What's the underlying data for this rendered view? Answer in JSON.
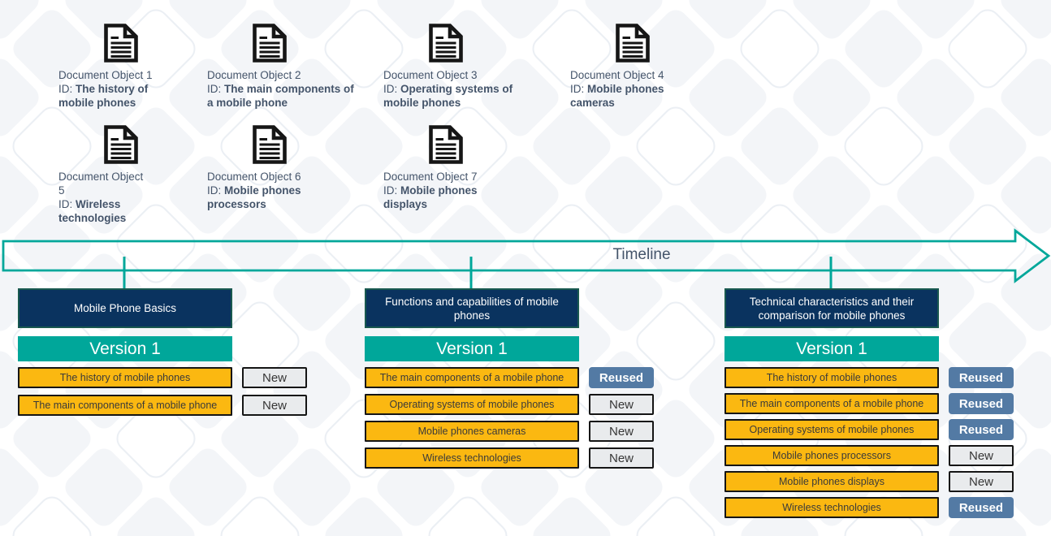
{
  "palette": {
    "teal": "#00A79A",
    "navy": "#0A335F",
    "navy_border": "#19594F",
    "amber": "#FBB811",
    "badge_new_bg": "#E9EBED",
    "badge_reused_bg": "#537AA4",
    "outline_black": "#151515",
    "text_dark": "#44546A",
    "pattern_fill": "#F3F5F8"
  },
  "documents": [
    {
      "name": "Document Object 1",
      "id_label": "ID:",
      "id_value": "The history of mobile phones"
    },
    {
      "name": "Document Object 2",
      "id_label": "ID:",
      "id_value": "The main components of a mobile phone"
    },
    {
      "name": "Document Object 3",
      "id_label": "ID:",
      "id_value": "Operating systems of mobile phones"
    },
    {
      "name": "Document Object 4",
      "id_label": "ID:",
      "id_value": "Mobile phones cameras"
    },
    {
      "name": "Document Object 5",
      "id_label": "ID:",
      "id_value": "Wireless technologies"
    },
    {
      "name": "Document Object 6",
      "id_label": "ID:",
      "id_value": "Mobile phones processors"
    },
    {
      "name": "Document Object 7",
      "id_label": "ID:",
      "id_value": "Mobile phones displays"
    }
  ],
  "timeline": {
    "label": "Timeline"
  },
  "publications": [
    {
      "title": "Mobile Phone Basics",
      "version": "Version 1",
      "items": [
        {
          "name": "The history of mobile phones",
          "status": "New"
        },
        {
          "name": "The main components of a mobile phone",
          "status": "New"
        }
      ]
    },
    {
      "title": "Functions and capabilities of mobile phones",
      "version": "Version 1",
      "items": [
        {
          "name": "The main components of a mobile phone",
          "status": "Reused"
        },
        {
          "name": "Operating systems of mobile phones",
          "status": "New"
        },
        {
          "name": "Mobile phones cameras",
          "status": "New"
        },
        {
          "name": "Wireless technologies",
          "status": "New"
        }
      ]
    },
    {
      "title": "Technical characteristics and their comparison for mobile phones",
      "version": "Version 1",
      "items": [
        {
          "name": "The history of mobile phones",
          "status": "Reused"
        },
        {
          "name": "The main components of a mobile phone",
          "status": "Reused"
        },
        {
          "name": "Operating systems of mobile phones",
          "status": "Reused"
        },
        {
          "name": "Mobile phones processors",
          "status": "New"
        },
        {
          "name": "Mobile phones displays",
          "status": "New"
        },
        {
          "name": "Wireless technologies",
          "status": "Reused"
        }
      ]
    }
  ]
}
